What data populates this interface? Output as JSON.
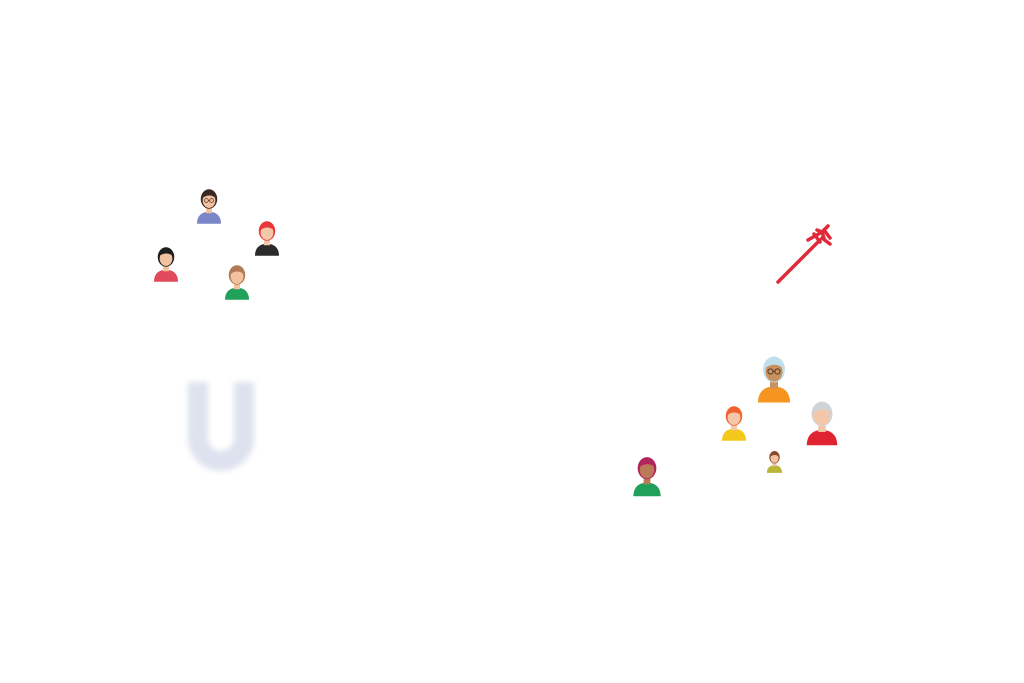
{
  "illustration": {
    "left_group": {
      "avatars": [
        {
          "icon": "woman-glasses-icon",
          "hair": "#3b2a24",
          "skin": "#f2c2a0",
          "shirt": "#7a86c8",
          "accessory": "glasses"
        },
        {
          "icon": "woman-red-hair-icon",
          "hair": "#e63a3a",
          "skin": "#f5c7a9",
          "shirt": "#2b2b2b",
          "accessory": "none"
        },
        {
          "icon": "woman-curly-hair-icon",
          "hair": "#1e1e1e",
          "skin": "#f2c2a0",
          "shirt": "#e04a5a",
          "accessory": "none"
        },
        {
          "icon": "man-brown-hair-icon",
          "hair": "#b07a52",
          "skin": "#f2c2a0",
          "shirt": "#1fa15a",
          "accessory": "none"
        }
      ]
    },
    "right_group": {
      "avatars": [
        {
          "icon": "elder-man-glasses-icon",
          "hair": "#bfe0ef",
          "skin": "#c8925e",
          "shirt": "#f5941e",
          "accessory": "glasses"
        },
        {
          "icon": "man-orange-hair-icon",
          "hair": "#f0622e",
          "skin": "#f5c7a9",
          "shirt": "#f4c81a",
          "accessory": "none"
        },
        {
          "icon": "elder-man-gray-hair-icon",
          "hair": "#cfd4d8",
          "skin": "#f5c7a9",
          "shirt": "#e02330",
          "accessory": "none"
        },
        {
          "icon": "small-person-icon",
          "hair": "#8a4a2a",
          "skin": "#f2c2a0",
          "shirt": "#b9b63a",
          "accessory": "none"
        },
        {
          "icon": "woman-magenta-hair-icon",
          "hair": "#b3245e",
          "skin": "#b97a55",
          "shirt": "#1fa15a",
          "accessory": "none"
        }
      ]
    },
    "magnet": {
      "icon": "magnet-icon",
      "color": "#dde2ee"
    },
    "arrow": {
      "icon": "arrow-icon",
      "color": "#e02a3a"
    }
  }
}
